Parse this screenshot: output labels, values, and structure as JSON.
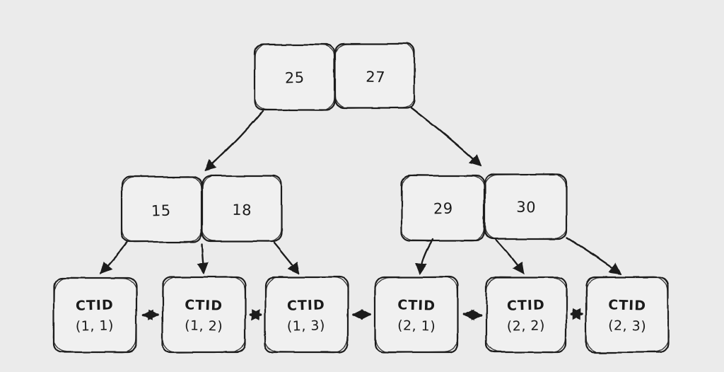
{
  "canvas": {
    "background": "#ebebeb",
    "fill_color": "#f0f0f0",
    "stroke_color": "#1b1b1b"
  },
  "tree": {
    "type": "btree-index",
    "root": {
      "keys": [
        "25",
        "27"
      ]
    },
    "internal": [
      {
        "id": "internal-left",
        "keys": [
          "15",
          "18"
        ]
      },
      {
        "id": "internal-right",
        "keys": [
          "29",
          "30"
        ]
      }
    ],
    "leaves": [
      {
        "title": "CTID",
        "pointer": "(1, 1)"
      },
      {
        "title": "CTID",
        "pointer": "(1, 2)"
      },
      {
        "title": "CTID",
        "pointer": "(1, 3)"
      },
      {
        "title": "CTID",
        "pointer": "(2, 1)"
      },
      {
        "title": "CTID",
        "pointer": "(2, 2)"
      },
      {
        "title": "CTID",
        "pointer": "(2, 3)"
      }
    ],
    "edges": [
      {
        "from": "root-key-25",
        "to": "internal-left",
        "type": "arrow"
      },
      {
        "from": "root-key-27",
        "to": "internal-right",
        "type": "arrow"
      },
      {
        "from": "internal-left",
        "to": "leaf-1-1",
        "type": "arrow"
      },
      {
        "from": "internal-left",
        "to": "leaf-1-2",
        "type": "arrow"
      },
      {
        "from": "internal-left",
        "to": "leaf-1-3",
        "type": "arrow"
      },
      {
        "from": "internal-right",
        "to": "leaf-2-1",
        "type": "arrow"
      },
      {
        "from": "internal-right",
        "to": "leaf-2-2",
        "type": "arrow"
      },
      {
        "from": "internal-right",
        "to": "leaf-2-3",
        "type": "arrow"
      },
      {
        "from": "leaf-1-1",
        "to": "leaf-1-2",
        "type": "double-arrow"
      },
      {
        "from": "leaf-1-2",
        "to": "leaf-1-3",
        "type": "double-arrow"
      },
      {
        "from": "leaf-1-3",
        "to": "leaf-2-1",
        "type": "double-arrow"
      },
      {
        "from": "leaf-2-1",
        "to": "leaf-2-2",
        "type": "double-arrow"
      },
      {
        "from": "leaf-2-2",
        "to": "leaf-2-3",
        "type": "double-arrow"
      }
    ]
  }
}
